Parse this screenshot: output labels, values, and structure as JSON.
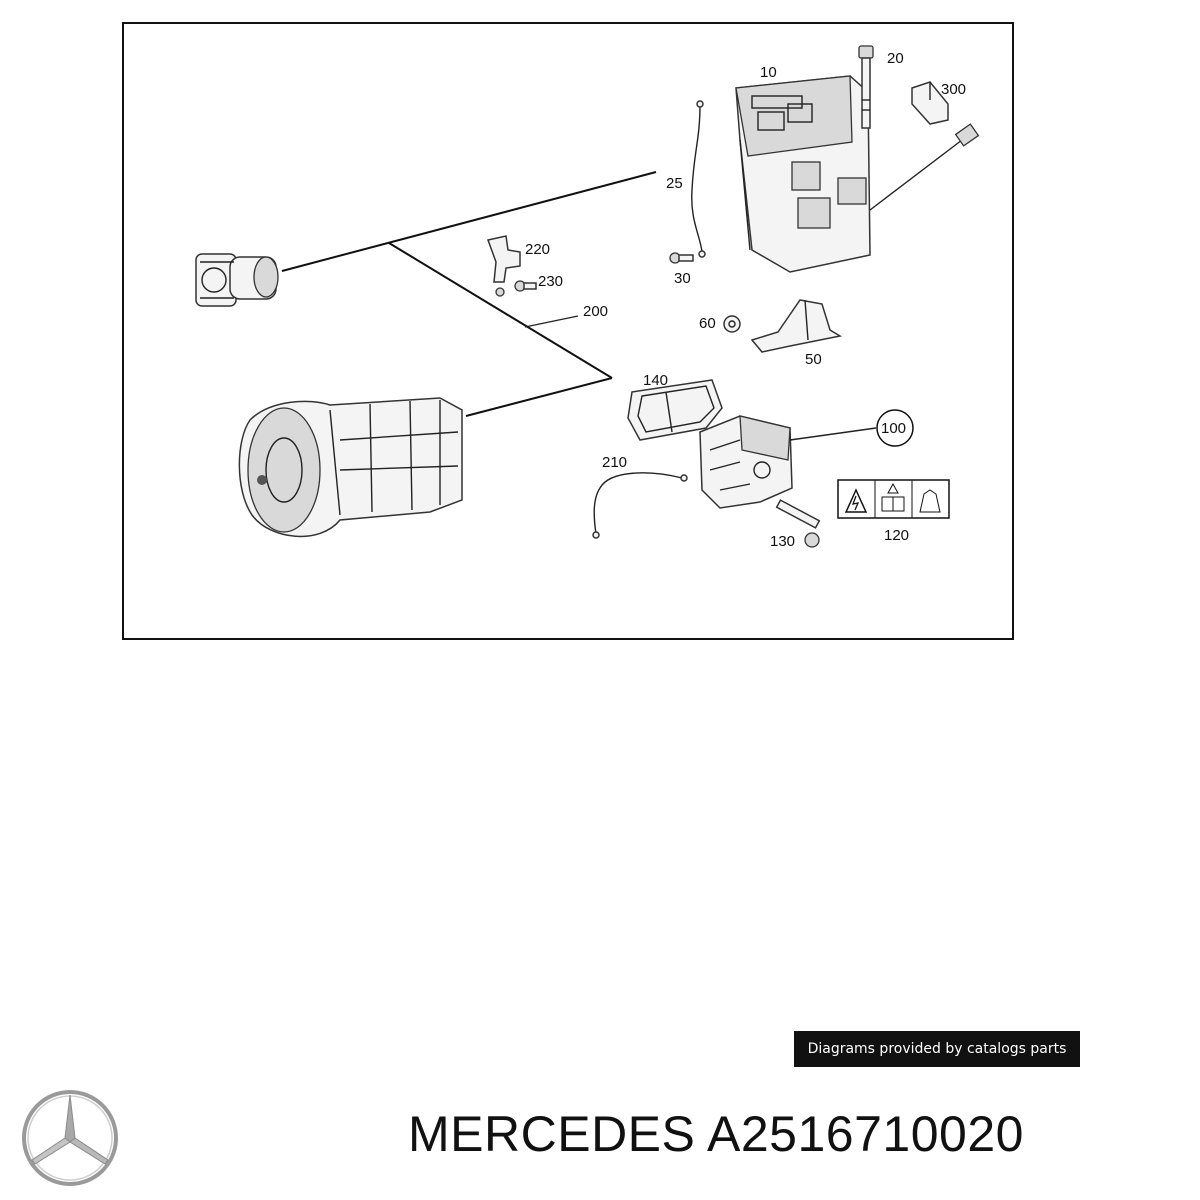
{
  "diagram": {
    "callouts": {
      "c10": "10",
      "c20": "20",
      "c25": "25",
      "c30": "30",
      "c50": "50",
      "c60": "60",
      "c100": "100",
      "c120": "120",
      "c130": "130",
      "c140": "140",
      "c200": "200",
      "c210": "210",
      "c220": "220",
      "c230": "230",
      "c300": "300"
    }
  },
  "credit": "Diagrams provided by catalogs parts",
  "title": "MERCEDES A2516710020",
  "logo_icon": "mercedes-star-icon"
}
